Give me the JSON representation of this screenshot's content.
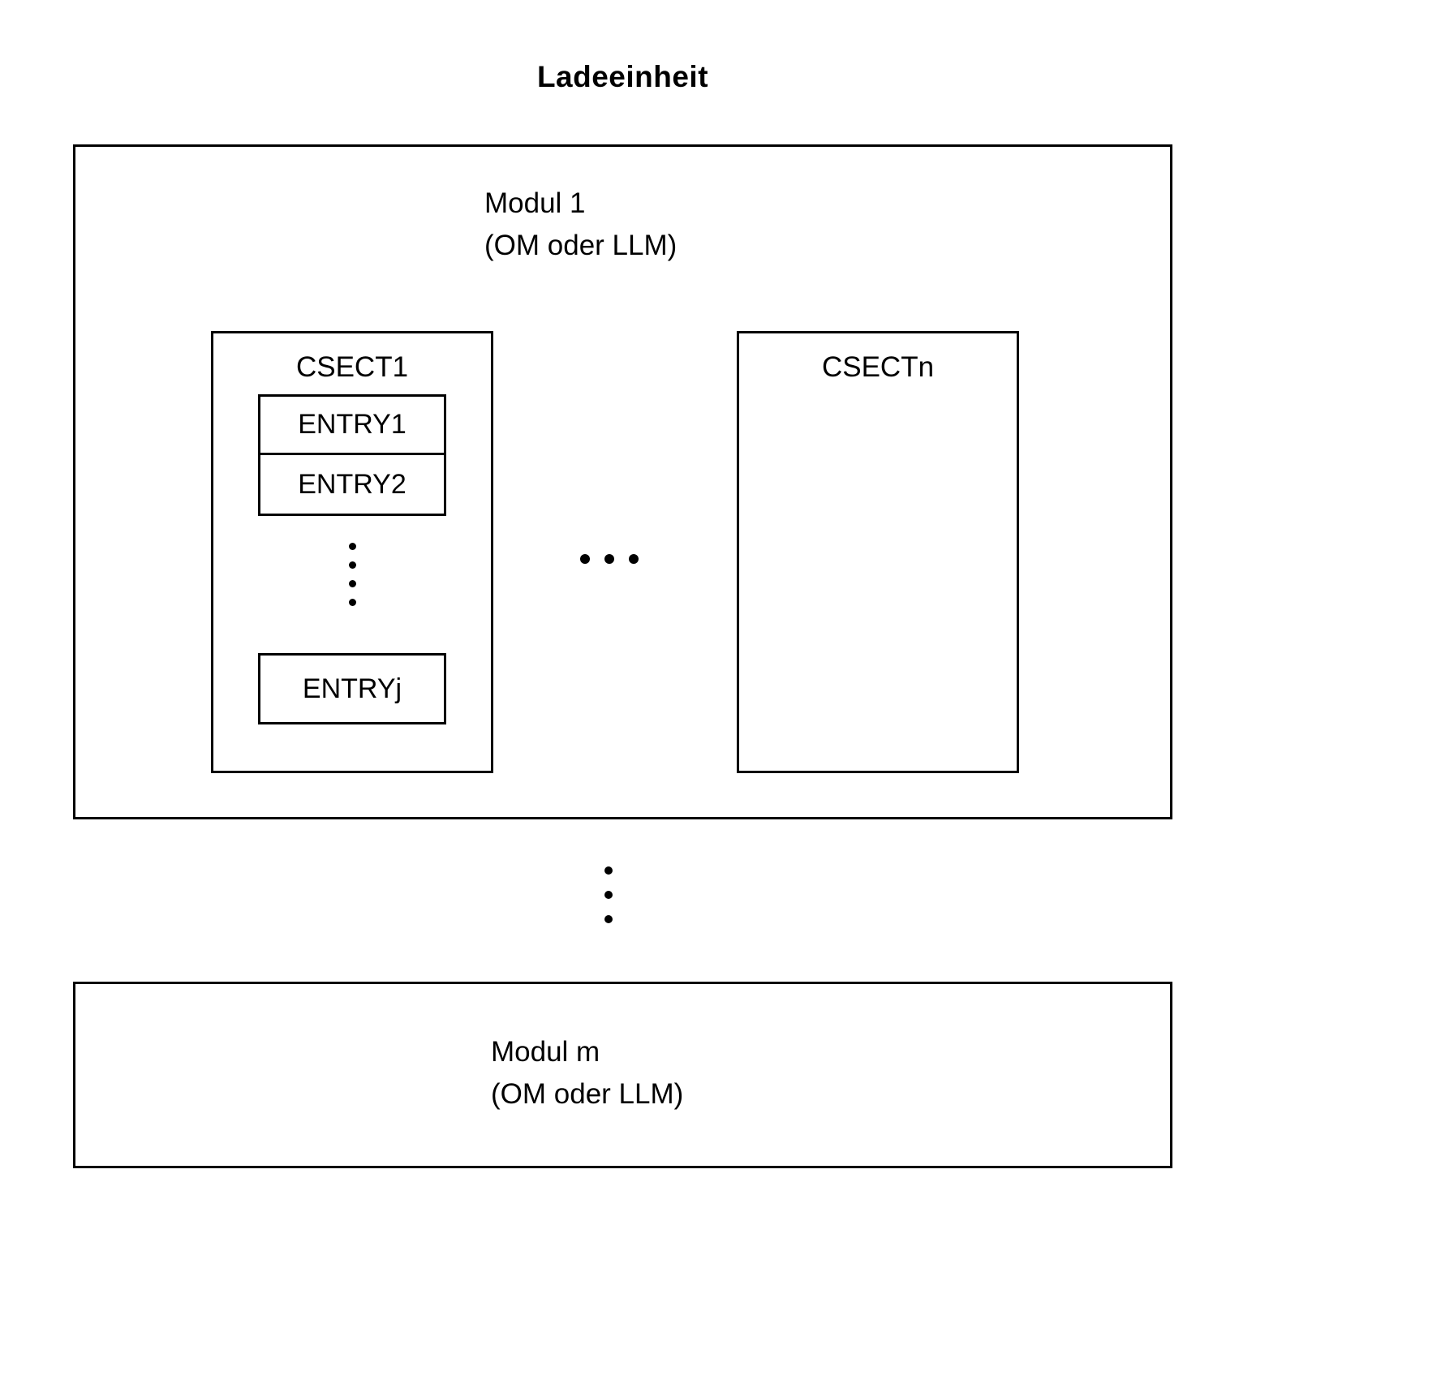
{
  "page": {
    "background": "#ffffff",
    "line_color": "#000000"
  },
  "title": "Ladeeinheit",
  "modul1": {
    "name_line1": "Modul 1",
    "name_line2": "(OM oder LLM)",
    "csect1": {
      "label": "CSECT1",
      "entry1": "ENTRY1",
      "entry2": "ENTRY2",
      "entry_last": "ENTRYj"
    },
    "csectn": {
      "label": "CSECTn"
    }
  },
  "modulm": {
    "name_line1": "Modul m",
    "name_line2": "(OM oder LLM)"
  }
}
